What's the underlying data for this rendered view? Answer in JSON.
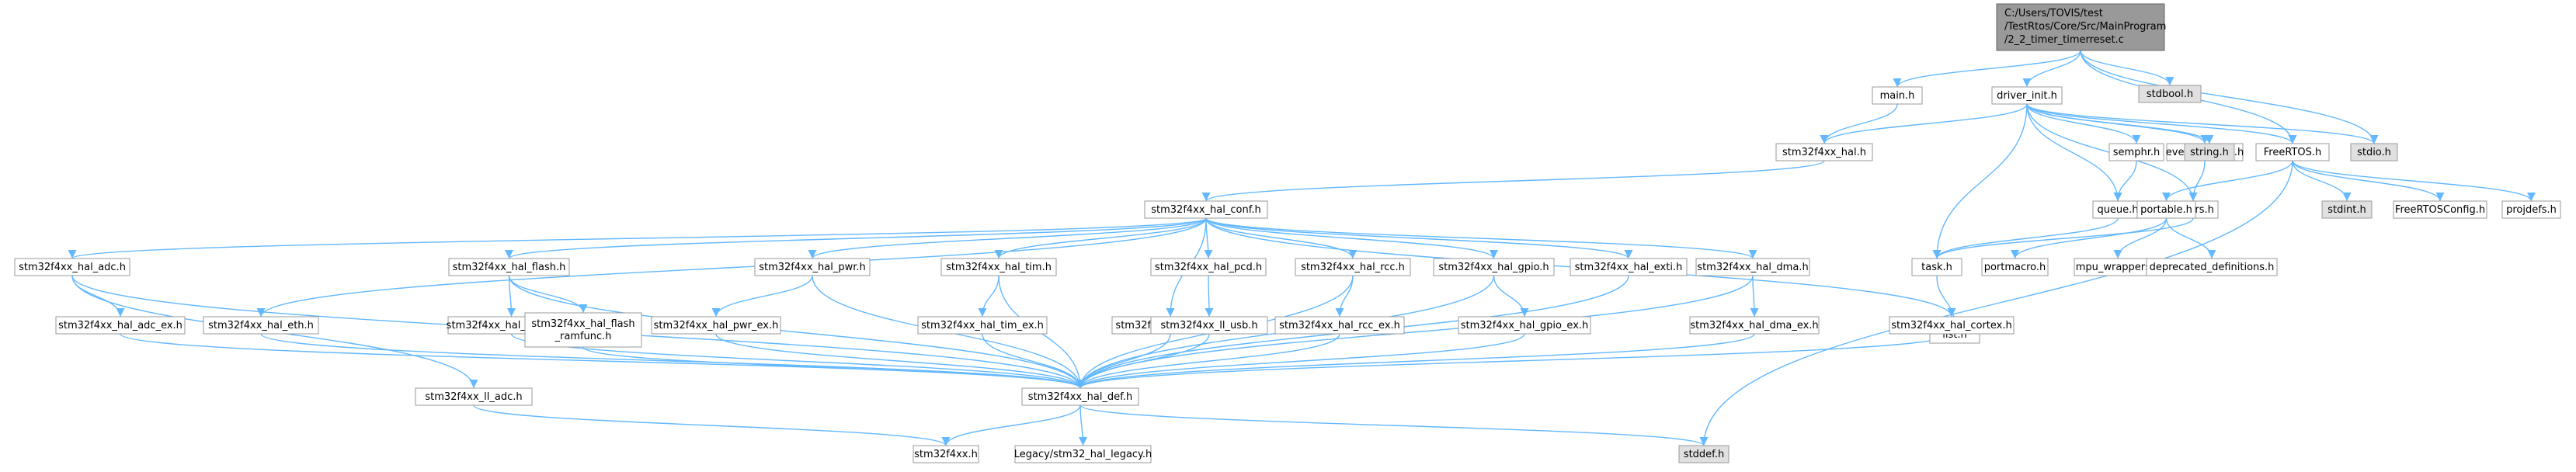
{
  "root": {
    "lines": [
      "C:/Users/TOVIS/test",
      "/TestRtos/Core/Src/MainProgram",
      "/2_2_timer_timerreset.c"
    ]
  },
  "nodes": [
    {
      "id": "stdbool",
      "label": "stdbool.h",
      "system": true
    },
    {
      "id": "main_h",
      "label": "main.h"
    },
    {
      "id": "driver_init",
      "label": "driver_init.h"
    },
    {
      "id": "hal",
      "label": "stm32f4xx_hal.h"
    },
    {
      "id": "semphr",
      "label": "semphr.h"
    },
    {
      "id": "event_groups",
      "label": "event_groups.h"
    },
    {
      "id": "string_h",
      "label": "string.h",
      "system": true
    },
    {
      "id": "freertos",
      "label": "FreeRTOS.h"
    },
    {
      "id": "stdio_h",
      "label": "stdio.h",
      "system": true
    },
    {
      "id": "queue",
      "label": "queue.h"
    },
    {
      "id": "timers",
      "label": "timers.h"
    },
    {
      "id": "hal_conf",
      "label": "stm32f4xx_hal_conf.h"
    },
    {
      "id": "portable",
      "label": "portable.h"
    },
    {
      "id": "stdint",
      "label": "stdint.h",
      "system": true
    },
    {
      "id": "freertosconfig",
      "label": "FreeRTOSConfig.h"
    },
    {
      "id": "projdefs",
      "label": "projdefs.h"
    },
    {
      "id": "task",
      "label": "task.h"
    },
    {
      "id": "portmacro",
      "label": "portmacro.h"
    },
    {
      "id": "mpu_wrappers",
      "label": "mpu_wrappers.h"
    },
    {
      "id": "deprecated",
      "label": "deprecated_definitions.h"
    },
    {
      "id": "hal_adc",
      "label": "stm32f4xx_hal_adc.h"
    },
    {
      "id": "hal_flash",
      "label": "stm32f4xx_hal_flash.h"
    },
    {
      "id": "hal_pwr",
      "label": "stm32f4xx_hal_pwr.h"
    },
    {
      "id": "hal_tim",
      "label": "stm32f4xx_hal_tim.h"
    },
    {
      "id": "hal_pcd",
      "label": "stm32f4xx_hal_pcd.h"
    },
    {
      "id": "hal_rcc",
      "label": "stm32f4xx_hal_rcc.h"
    },
    {
      "id": "hal_gpio",
      "label": "stm32f4xx_hal_gpio.h"
    },
    {
      "id": "hal_exti",
      "label": "stm32f4xx_hal_exti.h"
    },
    {
      "id": "hal_dma",
      "label": "stm32f4xx_hal_dma.h"
    },
    {
      "id": "list_h",
      "label": "list.h"
    },
    {
      "id": "hal_adc_ex",
      "label": "stm32f4xx_hal_adc_ex.h"
    },
    {
      "id": "hal_eth",
      "label": "stm32f4xx_hal_eth.h"
    },
    {
      "id": "hal_flash_ex",
      "label": "stm32f4xx_hal_flash_ex.h"
    },
    {
      "id": "hal_flash_ramfunc",
      "label": "stm32f4xx_hal_flash\n_ramfunc.h"
    },
    {
      "id": "hal_pwr_ex",
      "label": "stm32f4xx_hal_pwr_ex.h"
    },
    {
      "id": "hal_tim_ex",
      "label": "stm32f4xx_hal_tim_ex.h"
    },
    {
      "id": "hal_uart",
      "label": "stm32f4xx_hal_uart.h"
    },
    {
      "id": "ll_usb",
      "label": "stm32f4xx_ll_usb.h"
    },
    {
      "id": "hal_rcc_ex",
      "label": "stm32f4xx_hal_rcc_ex.h"
    },
    {
      "id": "hal_gpio_ex",
      "label": "stm32f4xx_hal_gpio_ex.h"
    },
    {
      "id": "hal_dma_ex",
      "label": "stm32f4xx_hal_dma_ex.h"
    },
    {
      "id": "hal_cortex",
      "label": "stm32f4xx_hal_cortex.h"
    },
    {
      "id": "hal_def",
      "label": "stm32f4xx_hal_def.h"
    },
    {
      "id": "ll_adc",
      "label": "stm32f4xx_ll_adc.h"
    },
    {
      "id": "stm32f4xx",
      "label": "stm32f4xx.h"
    },
    {
      "id": "legacy",
      "label": "Legacy/stm32_hal_legacy.h"
    },
    {
      "id": "stddef",
      "label": "stddef.h",
      "system": true
    }
  ],
  "edges": [
    [
      "root",
      "main_h"
    ],
    [
      "root",
      "driver_init"
    ],
    [
      "root",
      "stdbool"
    ],
    [
      "root",
      "freertos"
    ],
    [
      "root",
      "stdio_h"
    ],
    [
      "main_h",
      "hal"
    ],
    [
      "driver_init",
      "hal"
    ],
    [
      "driver_init",
      "semphr"
    ],
    [
      "driver_init",
      "event_groups"
    ],
    [
      "driver_init",
      "string_h"
    ],
    [
      "driver_init",
      "freertos"
    ],
    [
      "driver_init",
      "stdio_h"
    ],
    [
      "driver_init",
      "queue"
    ],
    [
      "driver_init",
      "timers"
    ],
    [
      "driver_init",
      "task"
    ],
    [
      "hal",
      "hal_conf"
    ],
    [
      "semphr",
      "queue"
    ],
    [
      "event_groups",
      "timers"
    ],
    [
      "freertos",
      "portable"
    ],
    [
      "freertos",
      "stdint"
    ],
    [
      "freertos",
      "freertosconfig"
    ],
    [
      "freertos",
      "projdefs"
    ],
    [
      "freertos",
      "stddef"
    ],
    [
      "queue",
      "task"
    ],
    [
      "timers",
      "task"
    ],
    [
      "portable",
      "portmacro"
    ],
    [
      "portable",
      "mpu_wrappers"
    ],
    [
      "portable",
      "deprecated"
    ],
    [
      "task",
      "list_h"
    ],
    [
      "hal_conf",
      "hal_adc"
    ],
    [
      "hal_conf",
      "hal_eth"
    ],
    [
      "hal_conf",
      "hal_flash"
    ],
    [
      "hal_conf",
      "hal_pwr"
    ],
    [
      "hal_conf",
      "hal_tim"
    ],
    [
      "hal_conf",
      "hal_uart"
    ],
    [
      "hal_conf",
      "hal_pcd"
    ],
    [
      "hal_conf",
      "hal_rcc"
    ],
    [
      "hal_conf",
      "hal_gpio"
    ],
    [
      "hal_conf",
      "hal_exti"
    ],
    [
      "hal_conf",
      "hal_dma"
    ],
    [
      "hal_conf",
      "hal_cortex"
    ],
    [
      "hal_adc",
      "hal_adc_ex"
    ],
    [
      "hal_adc",
      "ll_adc"
    ],
    [
      "hal_adc",
      "hal_def"
    ],
    [
      "hal_flash",
      "hal_flash_ex"
    ],
    [
      "hal_flash",
      "hal_flash_ramfunc"
    ],
    [
      "hal_flash",
      "hal_def"
    ],
    [
      "hal_pwr",
      "hal_pwr_ex"
    ],
    [
      "hal_pwr",
      "hal_def"
    ],
    [
      "hal_tim",
      "hal_tim_ex"
    ],
    [
      "hal_tim",
      "hal_def"
    ],
    [
      "hal_pcd",
      "ll_usb"
    ],
    [
      "hal_rcc",
      "hal_rcc_ex"
    ],
    [
      "hal_rcc",
      "hal_def"
    ],
    [
      "hal_gpio",
      "hal_gpio_ex"
    ],
    [
      "hal_gpio",
      "hal_def"
    ],
    [
      "hal_exti",
      "hal_def"
    ],
    [
      "hal_dma",
      "hal_dma_ex"
    ],
    [
      "hal_dma",
      "hal_def"
    ],
    [
      "hal_adc_ex",
      "hal_def"
    ],
    [
      "hal_eth",
      "hal_def"
    ],
    [
      "hal_flash_ex",
      "hal_def"
    ],
    [
      "hal_flash_ramfunc",
      "hal_def"
    ],
    [
      "hal_pwr_ex",
      "hal_def"
    ],
    [
      "hal_tim_ex",
      "hal_def"
    ],
    [
      "hal_uart",
      "hal_def"
    ],
    [
      "ll_usb",
      "hal_def"
    ],
    [
      "hal_rcc_ex",
      "hal_def"
    ],
    [
      "hal_gpio_ex",
      "hal_def"
    ],
    [
      "hal_dma_ex",
      "hal_def"
    ],
    [
      "hal_cortex",
      "hal_def"
    ],
    [
      "ll_adc",
      "stm32f4xx"
    ],
    [
      "hal_def",
      "stm32f4xx"
    ],
    [
      "hal_def",
      "legacy"
    ],
    [
      "hal_def",
      "stddef"
    ]
  ],
  "colors": {
    "edge": "#63b8ff",
    "node_border": "#999999",
    "root_fill": "#999999",
    "system_fill": "#e0e0e0"
  }
}
